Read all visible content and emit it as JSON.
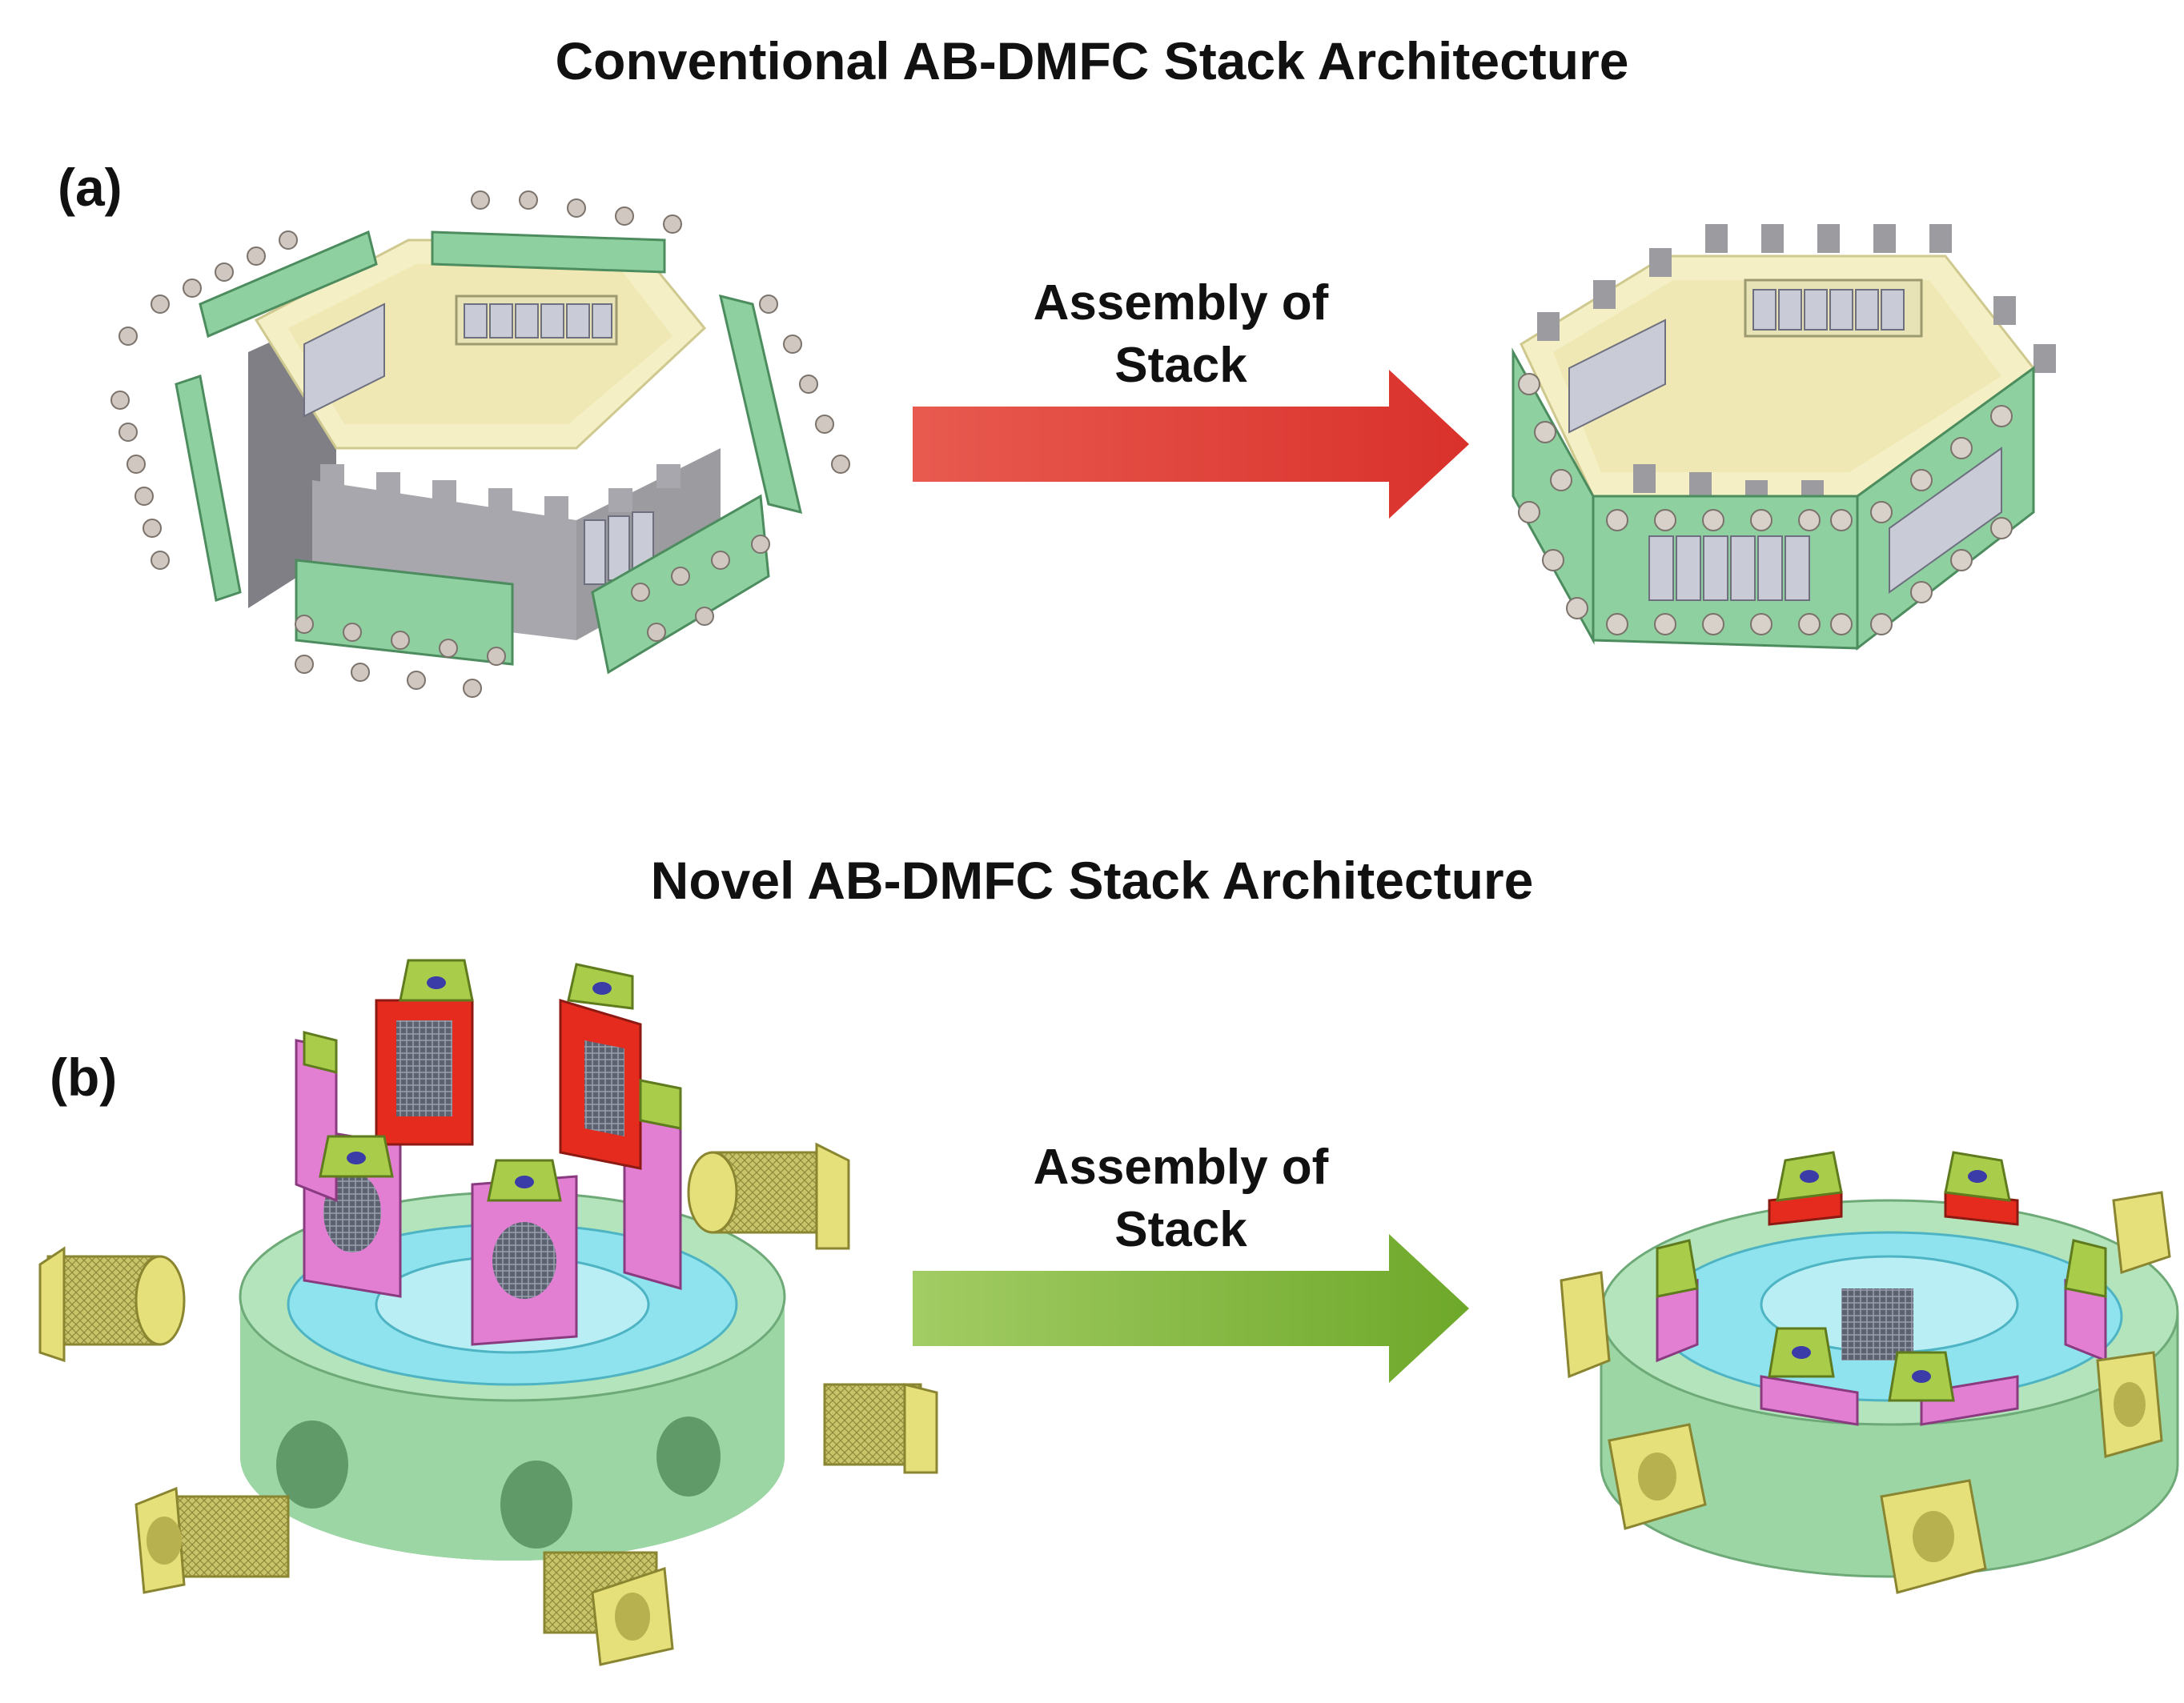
{
  "panel_a": {
    "title": "Conventional AB-DMFC Stack Architecture",
    "label": "(a)",
    "arrow_text": [
      "Assembly of",
      "Stack"
    ],
    "arrow_color": "#d9312b"
  },
  "panel_b": {
    "title": "Novel AB-DMFC Stack Architecture",
    "label": "(b)",
    "arrow_text": [
      "Assembly of",
      "Stack"
    ],
    "arrow_color": "#7fb532"
  },
  "colors": {
    "housing_cream": "#f4efc4",
    "frame_green": "#8fd0a0",
    "steel_grey": "#9b9ba0",
    "ring_green": "#a6dcae",
    "inner_cyan": "#8ee3ee",
    "plate_magenta": "#e27fd3",
    "plate_red": "#e52a1e",
    "fitting_yellow": "#e6e07a"
  }
}
